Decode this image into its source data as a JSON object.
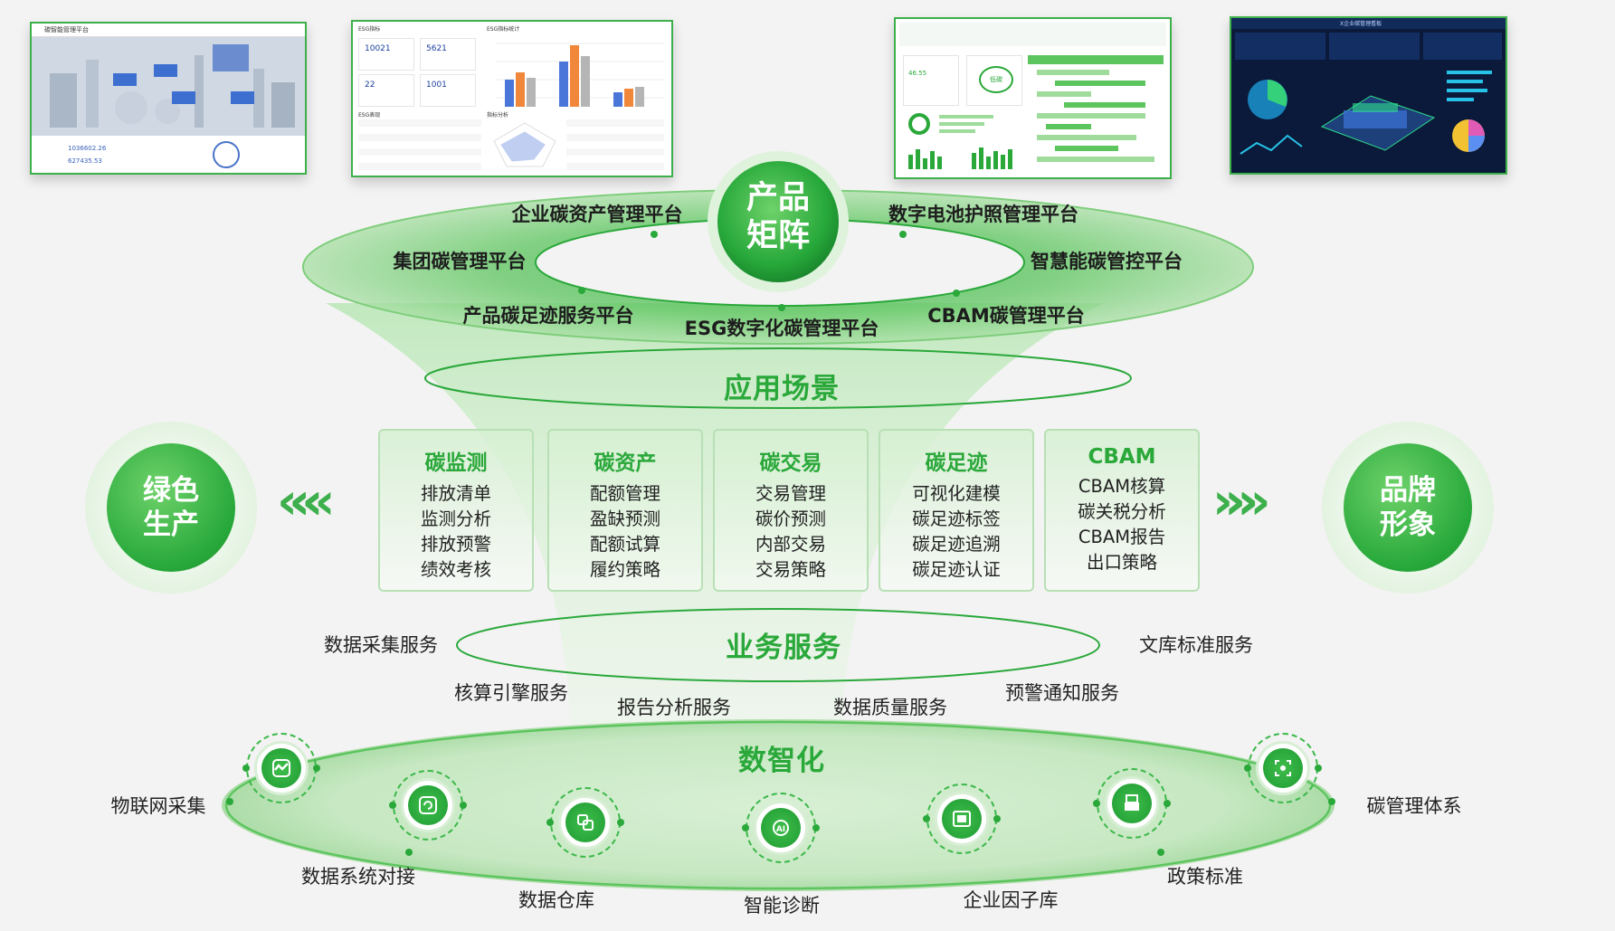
{
  "center_badge": {
    "line1": "产品",
    "line2": "矩阵"
  },
  "product_ring": {
    "top_left": "企业碳资产管理平台",
    "top_right": "数字电池护照管理平台",
    "mid_left": "集团碳管理平台",
    "mid_right": "智慧能碳管控平台",
    "bot_left": "产品碳足迹服务平台",
    "bot_center": "ESG数字化碳管理平台",
    "bot_right": "CBAM碳管理平台"
  },
  "scenarios_title": "应用场景",
  "cards": [
    {
      "title": "碳监测",
      "items": [
        "排放清单",
        "监测分析",
        "排放预警",
        "绩效考核"
      ]
    },
    {
      "title": "碳资产",
      "items": [
        "配额管理",
        "盈缺预测",
        "配额试算",
        "履约策略"
      ]
    },
    {
      "title": "碳交易",
      "items": [
        "交易管理",
        "碳价预测",
        "内部交易",
        "交易策略"
      ]
    },
    {
      "title": "碳足迹",
      "items": [
        "可视化建模",
        "碳足迹标签",
        "碳足迹追溯",
        "碳足迹认证"
      ]
    },
    {
      "title": "CBAM",
      "items": [
        "CBAM核算",
        "碳关税分析",
        "CBAM报告",
        "出口策略"
      ]
    }
  ],
  "left_side": {
    "line1": "绿色",
    "line2": "生产"
  },
  "right_side": {
    "line1": "品牌",
    "line2": "形象"
  },
  "business": {
    "title": "业务服务",
    "s1": "数据采集服务",
    "s2": "文库标准服务",
    "s3": "核算引擎服务",
    "s4": "预警通知服务",
    "s5": "报告分析服务",
    "s6": "数据质量服务"
  },
  "digital": {
    "title": "数智化",
    "l1": "物联网采集",
    "l2": "数据系统对接",
    "l3": "数据仓库",
    "l4": "智能诊断",
    "l5": "企业因子库",
    "l6": "政策标准",
    "l7": "碳管理体系"
  },
  "screenshots": {
    "s1_title": "碳智能管理平台",
    "s1_v1": "1036602.26",
    "s1_v2": "627435.53",
    "s2_title1": "ESG指标",
    "s2_title2": "ESG指标统计",
    "s2_v1": "10021",
    "s2_v2": "5621",
    "s2_v3": "22",
    "s2_v4": "1001",
    "s2_title3": "ESG表现",
    "s2_title4": "指标分析",
    "s3_badge": "低碳",
    "s3_value": "46.55",
    "s4_title": "X企业碳管理看板"
  },
  "colors": {
    "primary": "#2aa83a",
    "light": "#d6f0d2",
    "dark_panel": "#0b1a3a"
  },
  "icons": [
    "iot-icon",
    "sync-icon",
    "database-icon",
    "ai-icon",
    "factor-icon",
    "policy-icon",
    "system-icon"
  ]
}
